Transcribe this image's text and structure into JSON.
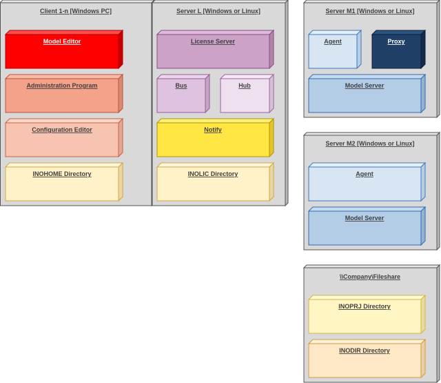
{
  "nodes": [
    {
      "id": "client",
      "title": "Client 1-n [Windows PC]",
      "components": [
        {
          "label": "Model Editor",
          "fill": "#ff0000",
          "side": "#c80000",
          "top": "#ff4d4d",
          "stroke": "#b00000",
          "text": "#ffffff"
        },
        {
          "label": "Administration Program",
          "fill": "#f4a28a",
          "side": "#d98a72",
          "top": "#f8bba8",
          "stroke": "#c0503a",
          "text": "#404040"
        },
        {
          "label": "Configuration Editor",
          "fill": "#f8c4b2",
          "side": "#e0a894",
          "top": "#fbd6ca",
          "stroke": "#d0603c",
          "text": "#404040"
        },
        {
          "label": "INOHOME Directory",
          "fill": "#fff1c8",
          "side": "#e8d6a4",
          "top": "#fff6dc",
          "stroke": "#d6a640",
          "text": "#404040"
        }
      ]
    },
    {
      "id": "server-l",
      "title": "Server L [Windows or Linux]",
      "components": [
        {
          "label": "License Server",
          "fill": "#cda2c8",
          "side": "#b184ac",
          "top": "#dcbcd8",
          "stroke": "#8a4a84",
          "text": "#404040"
        },
        {
          "label": "Bus",
          "fill": "#dfc2df",
          "side": "#c4a4c4",
          "top": "#ead6ea",
          "stroke": "#9a5a9a",
          "text": "#404040"
        },
        {
          "label": "Hub",
          "fill": "#efe0ef",
          "side": "#d6c2d6",
          "top": "#f5ebf5",
          "stroke": "#a060a0",
          "text": "#404040"
        },
        {
          "label": "Notify",
          "fill": "#ffe642",
          "side": "#e0c62a",
          "top": "#fff07a",
          "stroke": "#b09600",
          "text": "#404040"
        },
        {
          "label": "INOLIC Directory",
          "fill": "#fff1c8",
          "side": "#e8d6a4",
          "top": "#fff6dc",
          "stroke": "#d6a640",
          "text": "#404040"
        }
      ]
    },
    {
      "id": "server-m1",
      "title": "Server M1 [Windows or Linux]",
      "components": [
        {
          "label": "Agent",
          "fill": "#d8e6f4",
          "side": "#b8cce2",
          "top": "#e6eff8",
          "stroke": "#3a78c0",
          "text": "#404040"
        },
        {
          "label": "Proxy",
          "fill": "#1f3f66",
          "side": "#142c4c",
          "top": "#2c5282",
          "stroke": "#0e1e36",
          "text": "#ffffff"
        },
        {
          "label": "Model Server",
          "fill": "#b4cde6",
          "side": "#96b2d0",
          "top": "#c8dbee",
          "stroke": "#2f6bb4",
          "text": "#404040"
        }
      ]
    },
    {
      "id": "server-m2",
      "title": "Server M2 [Windows or Linux]",
      "components": [
        {
          "label": "Agent",
          "fill": "#d8e6f4",
          "side": "#b8cce2",
          "top": "#e6eff8",
          "stroke": "#3a78c0",
          "text": "#404040"
        },
        {
          "label": "Model Server",
          "fill": "#b4cde6",
          "side": "#96b2d0",
          "top": "#c8dbee",
          "stroke": "#2f6bb4",
          "text": "#404040"
        }
      ]
    },
    {
      "id": "fileshare",
      "title": "\\\\Company\\Fileshare",
      "components": [
        {
          "label": "INOPRJ Directory",
          "fill": "#fff6c4",
          "side": "#e6dca2",
          "top": "#fff9d8",
          "stroke": "#d6b640",
          "text": "#404040"
        },
        {
          "label": "INODIR Directory",
          "fill": "#ffe8c6",
          "side": "#e6cea6",
          "top": "#fff0d8",
          "stroke": "#d69a40",
          "text": "#404040"
        }
      ]
    }
  ],
  "colors": {
    "node_fill": "#d9d9d9",
    "node_side": "#b8b8b8",
    "node_top": "#e6e6e6",
    "node_stroke": "#555555"
  }
}
